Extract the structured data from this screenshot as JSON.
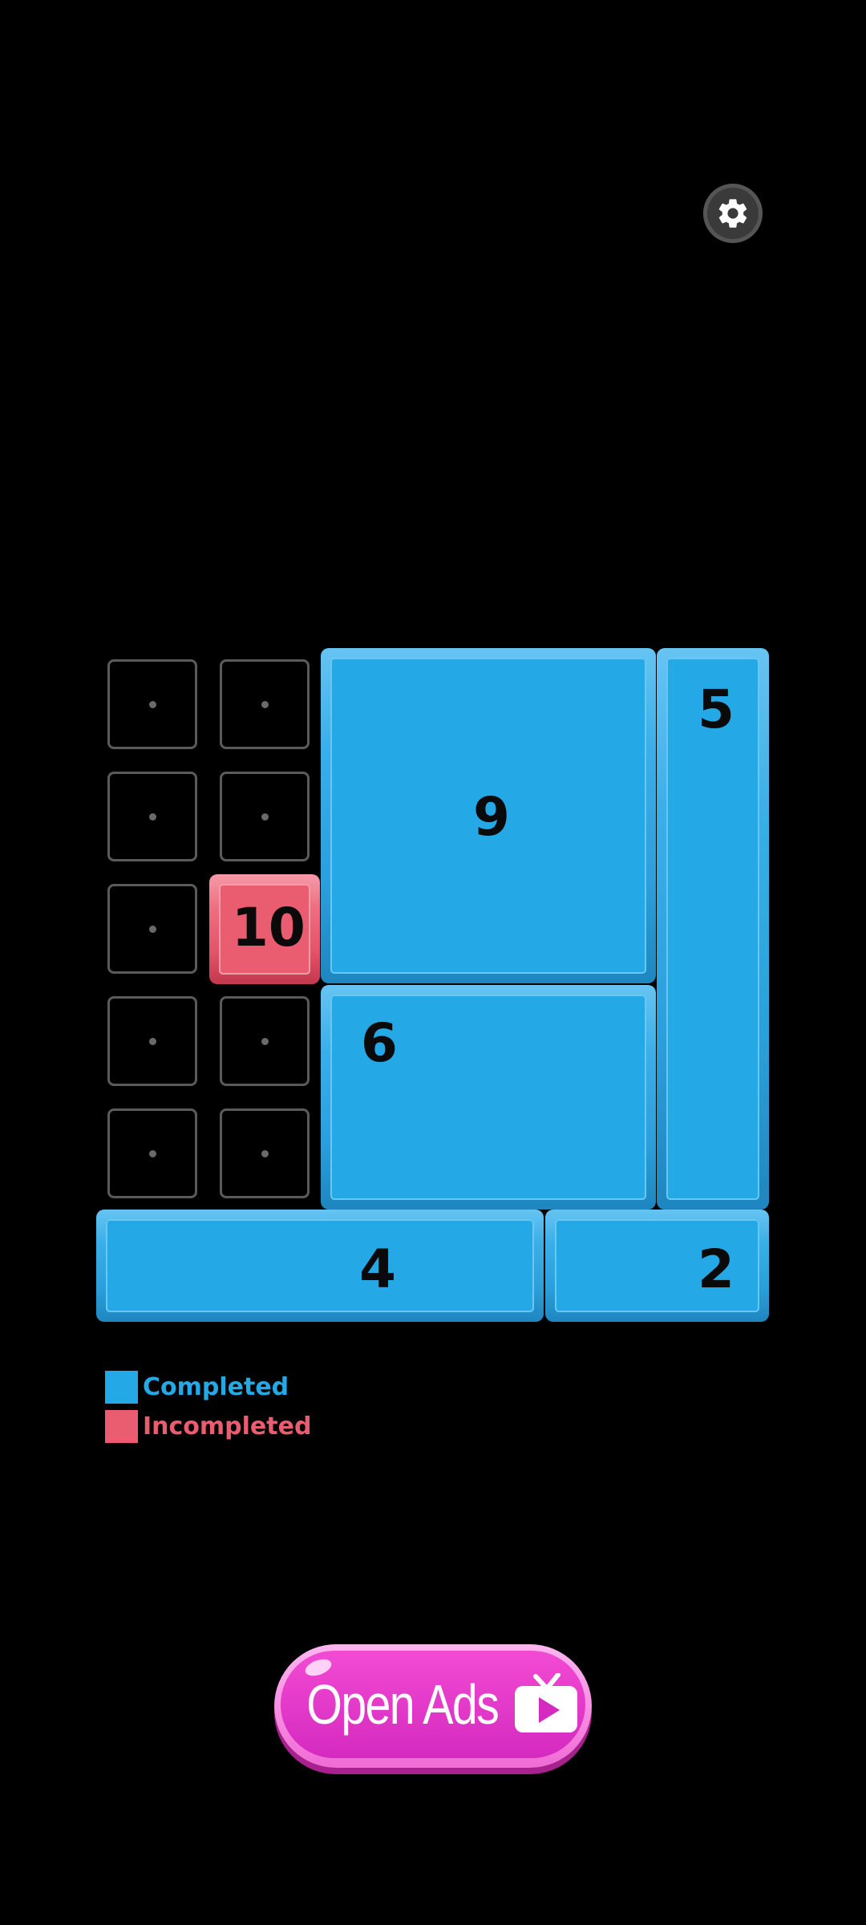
{
  "settings": {
    "icon": "gear-icon"
  },
  "grid": {
    "empty_cells": 9
  },
  "blocks": [
    {
      "id": "block-9",
      "number": "9",
      "state": "completed"
    },
    {
      "id": "block-5",
      "number": "5",
      "state": "completed"
    },
    {
      "id": "block-10",
      "number": "10",
      "state": "incompleted"
    },
    {
      "id": "block-6",
      "number": "6",
      "state": "completed"
    },
    {
      "id": "block-4",
      "number": "4",
      "state": "completed"
    },
    {
      "id": "block-2",
      "number": "2",
      "state": "completed"
    }
  ],
  "legend": {
    "completed": {
      "label": "Completed",
      "color": "#25a9e6"
    },
    "incompleted": {
      "label": "Incompleted",
      "color": "#ea5c70"
    }
  },
  "ads_button": {
    "label": "Open Ads",
    "icon": "tv-play-icon"
  },
  "colors": {
    "completed": "#25a9e6",
    "incompleted": "#ea5c70",
    "ads": "#e63acb"
  }
}
